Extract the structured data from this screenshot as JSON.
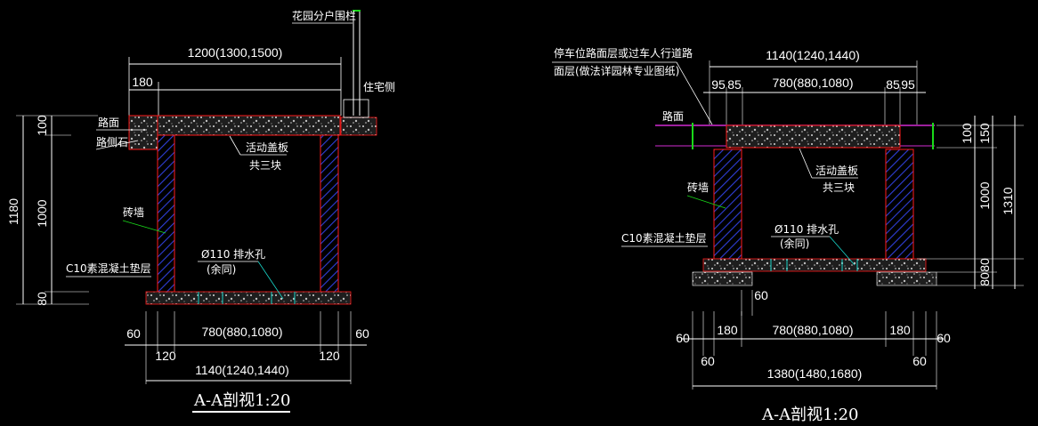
{
  "left": {
    "title": "A-A剖视1:20",
    "top_dim": "1200(1300,1500)",
    "dim_180": "180",
    "road": "路面",
    "curb": "路侧石",
    "garden_fence": "花园分户围栏",
    "residence_side": "住宅侧",
    "cover": "活动盖板",
    "cover_count": "共三块",
    "brick": "砖墙",
    "drain": "Ø110 排水孔",
    "drain_note": "(余同)",
    "c10": "C10素混凝土垫层",
    "v_1180": "1180",
    "v_1000": "1000",
    "v_100": "100",
    "v_80": "80",
    "b_60_left": "60",
    "b_60_right": "60",
    "b_780": "780(880,1080)",
    "b_120_left": "120",
    "b_120_right": "120",
    "b_1140": "1140(1240,1440)"
  },
  "right": {
    "title": "A-A剖视1:20",
    "note1": "停车位路面层或过车人行道路",
    "note2": "面层(做法详园林专业图纸)",
    "top_1140": "1140(1240,1440)",
    "d_95": "95",
    "d_85a": "85",
    "d_780": "780(880,1080)",
    "d_85b": "85",
    "d_95b": "95",
    "road": "路面",
    "cover": "活动盖板",
    "cover_count": "共三块",
    "brick": "砖墙",
    "drain": "Ø110 排水孔",
    "drain_note": "(余同)",
    "c10": "C10素混凝土垫层",
    "v_100": "100",
    "v_150": "150",
    "v_1000": "1000",
    "v_1310": "1310",
    "v_80a": "80",
    "v_80b": "80",
    "b_60_mid": "60",
    "b_60_l": "60",
    "b_180_l": "180",
    "b_780": "780(880,1080)",
    "b_180_r": "180",
    "b_60_r": "60",
    "b_60_l2": "60",
    "b_60_r2": "60",
    "b_1380": "1380(1480,1680)"
  },
  "colors": {
    "line": "#ffffff",
    "outline": "#ff1a1a",
    "hatch": "#2f3fd8",
    "leader": "#18d4c8",
    "magenta": "#d12bd1",
    "green": "#19d919",
    "slab_dark": "#2a2a2a"
  }
}
